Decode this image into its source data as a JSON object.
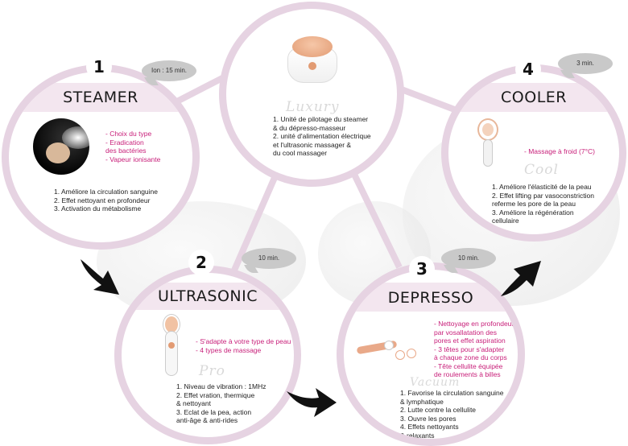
{
  "center": {
    "script_word": "Luxury",
    "lines": [
      "1. Unité de pilotage du steamer",
      "& du dépresso-masseur",
      "2. unité d'alimentation électrique",
      "et l'ultrasonic massager &",
      "du cool massager"
    ]
  },
  "steamer": {
    "number": "1",
    "title": "STEAMER",
    "time": "Ion : 15 min.",
    "features": [
      "- Choix du type",
      "- Eradication",
      "des bactéries",
      "- Vapeur ionisante"
    ],
    "benefits": [
      "1. Améliore la circulation sanguine",
      "2. Effet nettoyant en profondeur",
      "3. Activation du métabolisme"
    ]
  },
  "cooler": {
    "number": "4",
    "title": "COOLER",
    "time": "3 min.",
    "script_word": "Cool",
    "features": [
      "- Massage à froid (7°C)"
    ],
    "benefits": [
      "1. Améliore l'élasticité de la peau",
      "2. Effet lifting par vasoconstriction",
      "referme les pore de la peau",
      "3. Améliore la régénération",
      "cellulaire"
    ]
  },
  "ultrasonic": {
    "number": "2",
    "title": "ULTRASONIC",
    "time": "10 min.",
    "script_word": "Pro",
    "features": [
      "- S'adapte à votre type de peau",
      "- 4 types de massage"
    ],
    "benefits": [
      "1. Niveau de vibration : 1MHz",
      "2. Effet vration, thermique",
      "& nettoyant",
      "3. Eclat de la pea, action",
      "anti-âge & anti-rides"
    ]
  },
  "depresso": {
    "number": "3",
    "title": "DEPRESSO",
    "time": "10 min.",
    "script_word": "Vacuum",
    "features": [
      "- Nettoyage en profondeur",
      "par vosallatation des",
      "pores et effet aspiration",
      "- 3 têtes pour s'adapter",
      "à chaque zone du corps",
      "- Tête cellulite équipée",
      "de roulements à billes"
    ],
    "benefits": [
      "1. Favorise la circulation sanguine",
      "& lymphatique",
      "2. Lutte contre la cellulite",
      "3. Ouvre les pores",
      "4. Effets nettoyants",
      "& relaxants"
    ]
  },
  "colors": {
    "ring": "#e6d3e2",
    "band": "#f3e6ef",
    "accent_text": "#c8207a",
    "bubble": "#c9c9c9",
    "arrow": "#111111"
  }
}
